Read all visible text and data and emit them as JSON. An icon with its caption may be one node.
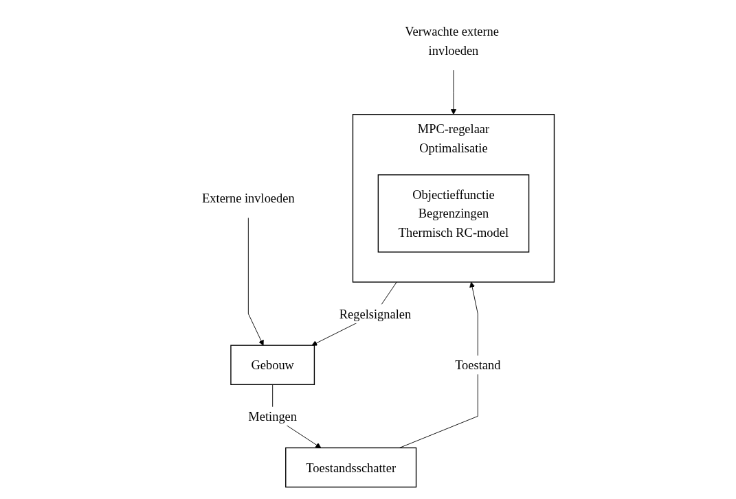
{
  "diagram": {
    "nodes": [
      {
        "text": [
          "MPC-regelaar",
          "Optimalisatie"
        ]
      },
      {
        "text": [
          "Objectieffunctie",
          "Begrenzingen",
          "Thermisch RC-model"
        ],
        "in": 0
      },
      {
        "text": [
          "Toestandsschatter"
        ]
      },
      {
        "text": [
          "Gebouw"
        ]
      },
      {
        "text": [
          "Verwachte externe invloeden"
        ]
      },
      {
        "text": [
          "Externe invloeden"
        ]
      }
    ],
    "edges": [
      {
        "from": 4,
        "to": 0,
        "arrow": "to"
      },
      {
        "from": 2,
        "to": 0,
        "label": "Toestand",
        "arrow": "to"
      },
      {
        "from": 0,
        "to": 3,
        "label": "Regelsignalen",
        "arrow": "to"
      },
      {
        "from": 3,
        "to": 2,
        "label": "Metingen",
        "arrow": "to"
      },
      {
        "from": 5,
        "to": 3,
        "arrow": "to"
      }
    ]
  }
}
